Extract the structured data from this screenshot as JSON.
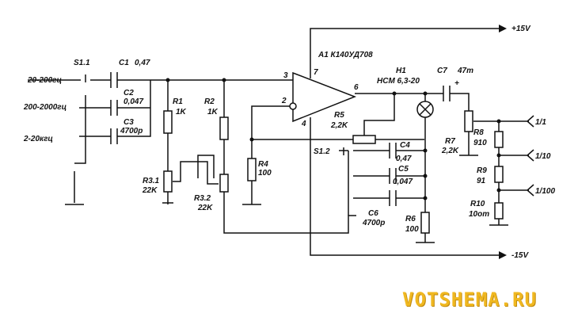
{
  "rails": {
    "pos": "+15V",
    "neg": "-15V"
  },
  "switch1": {
    "name": "S1.1",
    "ranges": [
      "20-200гц",
      "200-2000гц",
      "2-20кгц"
    ]
  },
  "capacitors": [
    {
      "name": "C1",
      "value": "0,47"
    },
    {
      "name": "C2",
      "value": "0,047"
    },
    {
      "name": "C3",
      "value": "4700p"
    },
    {
      "name": "C4",
      "value": "0,47"
    },
    {
      "name": "C5",
      "value": "0,047"
    },
    {
      "name": "C6",
      "value": "4700p"
    },
    {
      "name": "C7",
      "value": "47m"
    }
  ],
  "resistors": [
    {
      "name": "R1",
      "value": "1K"
    },
    {
      "name": "R2",
      "value": "1K"
    },
    {
      "name": "R3.1",
      "value": "22K"
    },
    {
      "name": "R3.2",
      "value": "22K"
    },
    {
      "name": "R4",
      "value": "100"
    },
    {
      "name": "R5",
      "value": "2,2K"
    },
    {
      "name": "R6",
      "value": "100"
    },
    {
      "name": "R7",
      "value": "2,2K"
    },
    {
      "name": "R8",
      "value": "910"
    },
    {
      "name": "R9",
      "value": "91"
    },
    {
      "name": "R10",
      "value": "10om"
    }
  ],
  "opamp": {
    "name": "A1 К140УД708",
    "pins": [
      "3",
      "2",
      "7",
      "4",
      "6"
    ]
  },
  "lamp": {
    "name": "H1",
    "type": "HCM 6,3-20"
  },
  "switch2": {
    "name": "S1.2"
  },
  "polarity_mark": "+",
  "outputs": [
    "1/1",
    "1/10",
    "1/100"
  ],
  "watermark": "VOTSHEMA.RU"
}
